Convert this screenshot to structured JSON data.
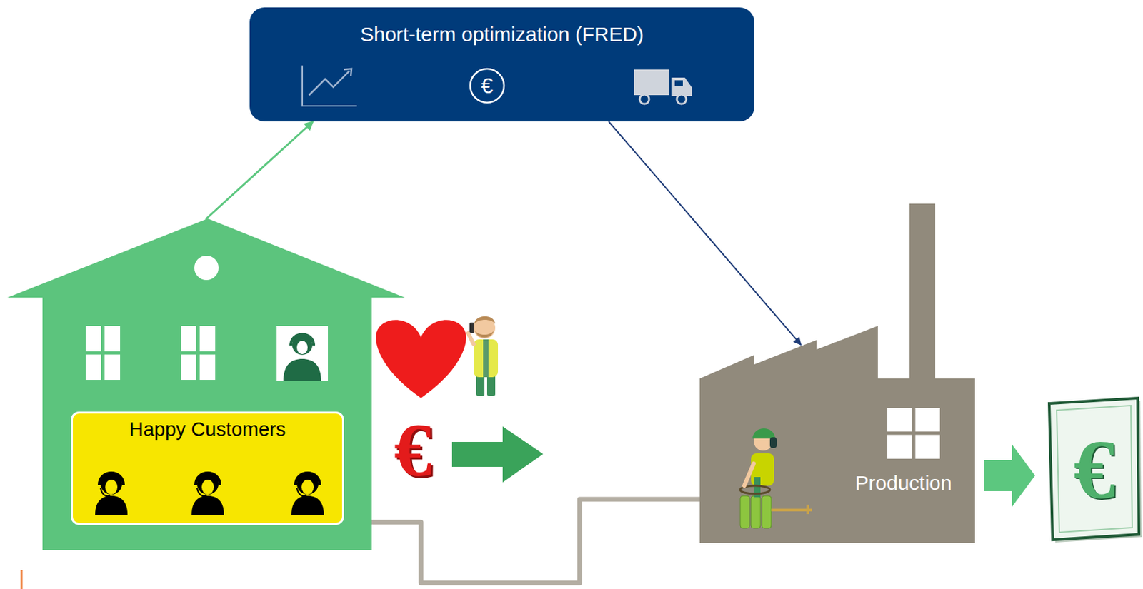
{
  "diagram": {
    "nodes": [
      {
        "text": [
          "Short-term optimization (FRED)"
        ]
      },
      {
        "text": [
          "Happy Customers"
        ]
      },
      {
        "text": [
          "Production"
        ]
      }
    ],
    "edges": [
      {
        "from": 1,
        "to": 0,
        "arrow": "to"
      },
      {
        "from": 0,
        "to": 2,
        "arrow": "to"
      },
      {
        "from": 1,
        "to": 2,
        "arrow": "none"
      }
    ],
    "labels": [
      "€",
      "€",
      "€"
    ]
  }
}
